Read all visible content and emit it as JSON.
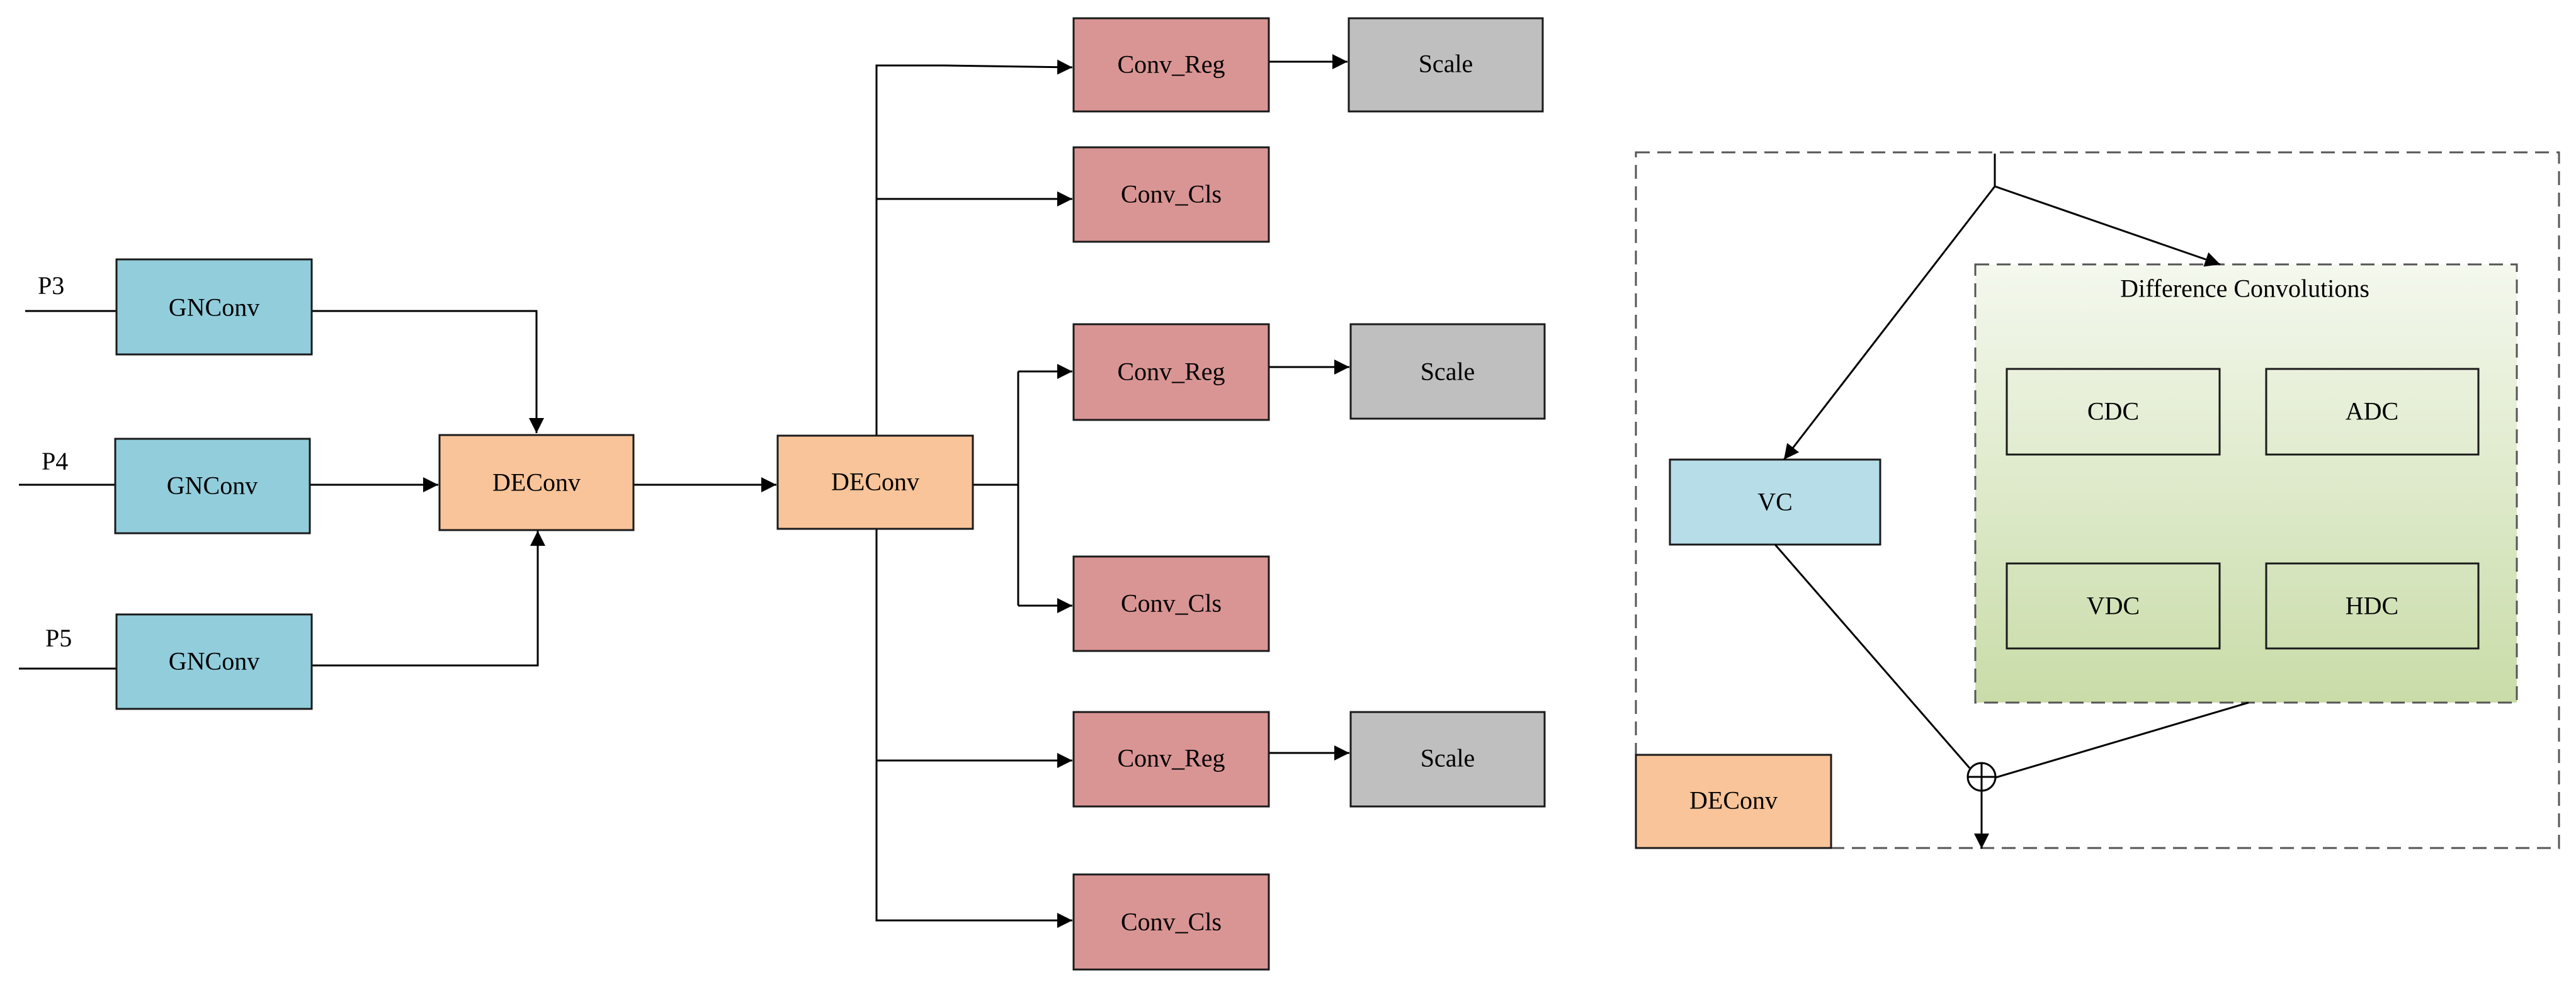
{
  "colors": {
    "gnconv": "#92CDDC",
    "deconv": "#F9C499",
    "conv": "#D99594",
    "scale": "#BFBFBF",
    "vc": "#B6DDE8",
    "diff_top": "#F4F8EE",
    "diff_bottom": "#C9DCA8",
    "line": "#000000",
    "dash": "#555555"
  },
  "inputs": {
    "p3": "P3",
    "p4": "P4",
    "p5": "P5"
  },
  "nodes": {
    "gnconv_1": "GNConv",
    "gnconv_2": "GNConv",
    "gnconv_3": "GNConv",
    "deconv_1": "DEConv",
    "deconv_2": "DEConv",
    "conv_reg_1": "Conv_Reg",
    "conv_cls_1": "Conv_Cls",
    "conv_reg_2": "Conv_Reg",
    "conv_cls_2": "Conv_Cls",
    "conv_reg_3": "Conv_Reg",
    "conv_cls_3": "Conv_Cls",
    "scale_1": "Scale",
    "scale_2": "Scale",
    "scale_3": "Scale"
  },
  "detail": {
    "group_title": "Difference Convolutions",
    "cdc": "CDC",
    "adc": "ADC",
    "vdc": "VDC",
    "hdc": "HDC",
    "vc": "VC",
    "deconv_label": "DEConv"
  }
}
